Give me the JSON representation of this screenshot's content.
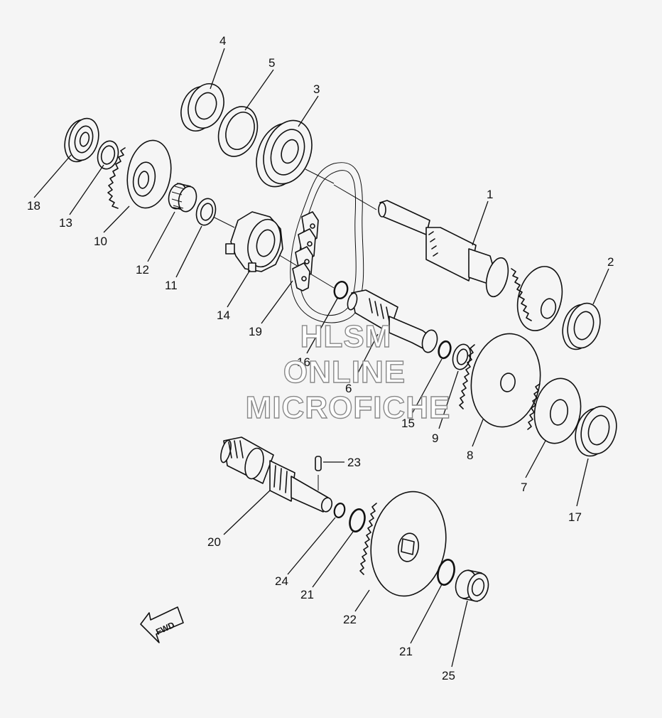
{
  "diagram": {
    "watermark": [
      "HLSM",
      "ONLINE",
      "MICROFICHE"
    ],
    "fwd_label": "FWD",
    "callouts": {
      "p1": "1",
      "p2": "2",
      "p3": "3",
      "p4": "4",
      "p5": "5",
      "p6": "6",
      "p7": "7",
      "p8": "8",
      "p9": "9",
      "p10": "10",
      "p11": "11",
      "p12": "12",
      "p13": "13",
      "p14": "14",
      "p15": "15",
      "p16": "16",
      "p17": "17",
      "p18": "18",
      "p19": "19",
      "p20": "20",
      "p21a": "21",
      "p21b": "21",
      "p22": "22",
      "p23": "23",
      "p24": "24",
      "p25": "25"
    }
  }
}
